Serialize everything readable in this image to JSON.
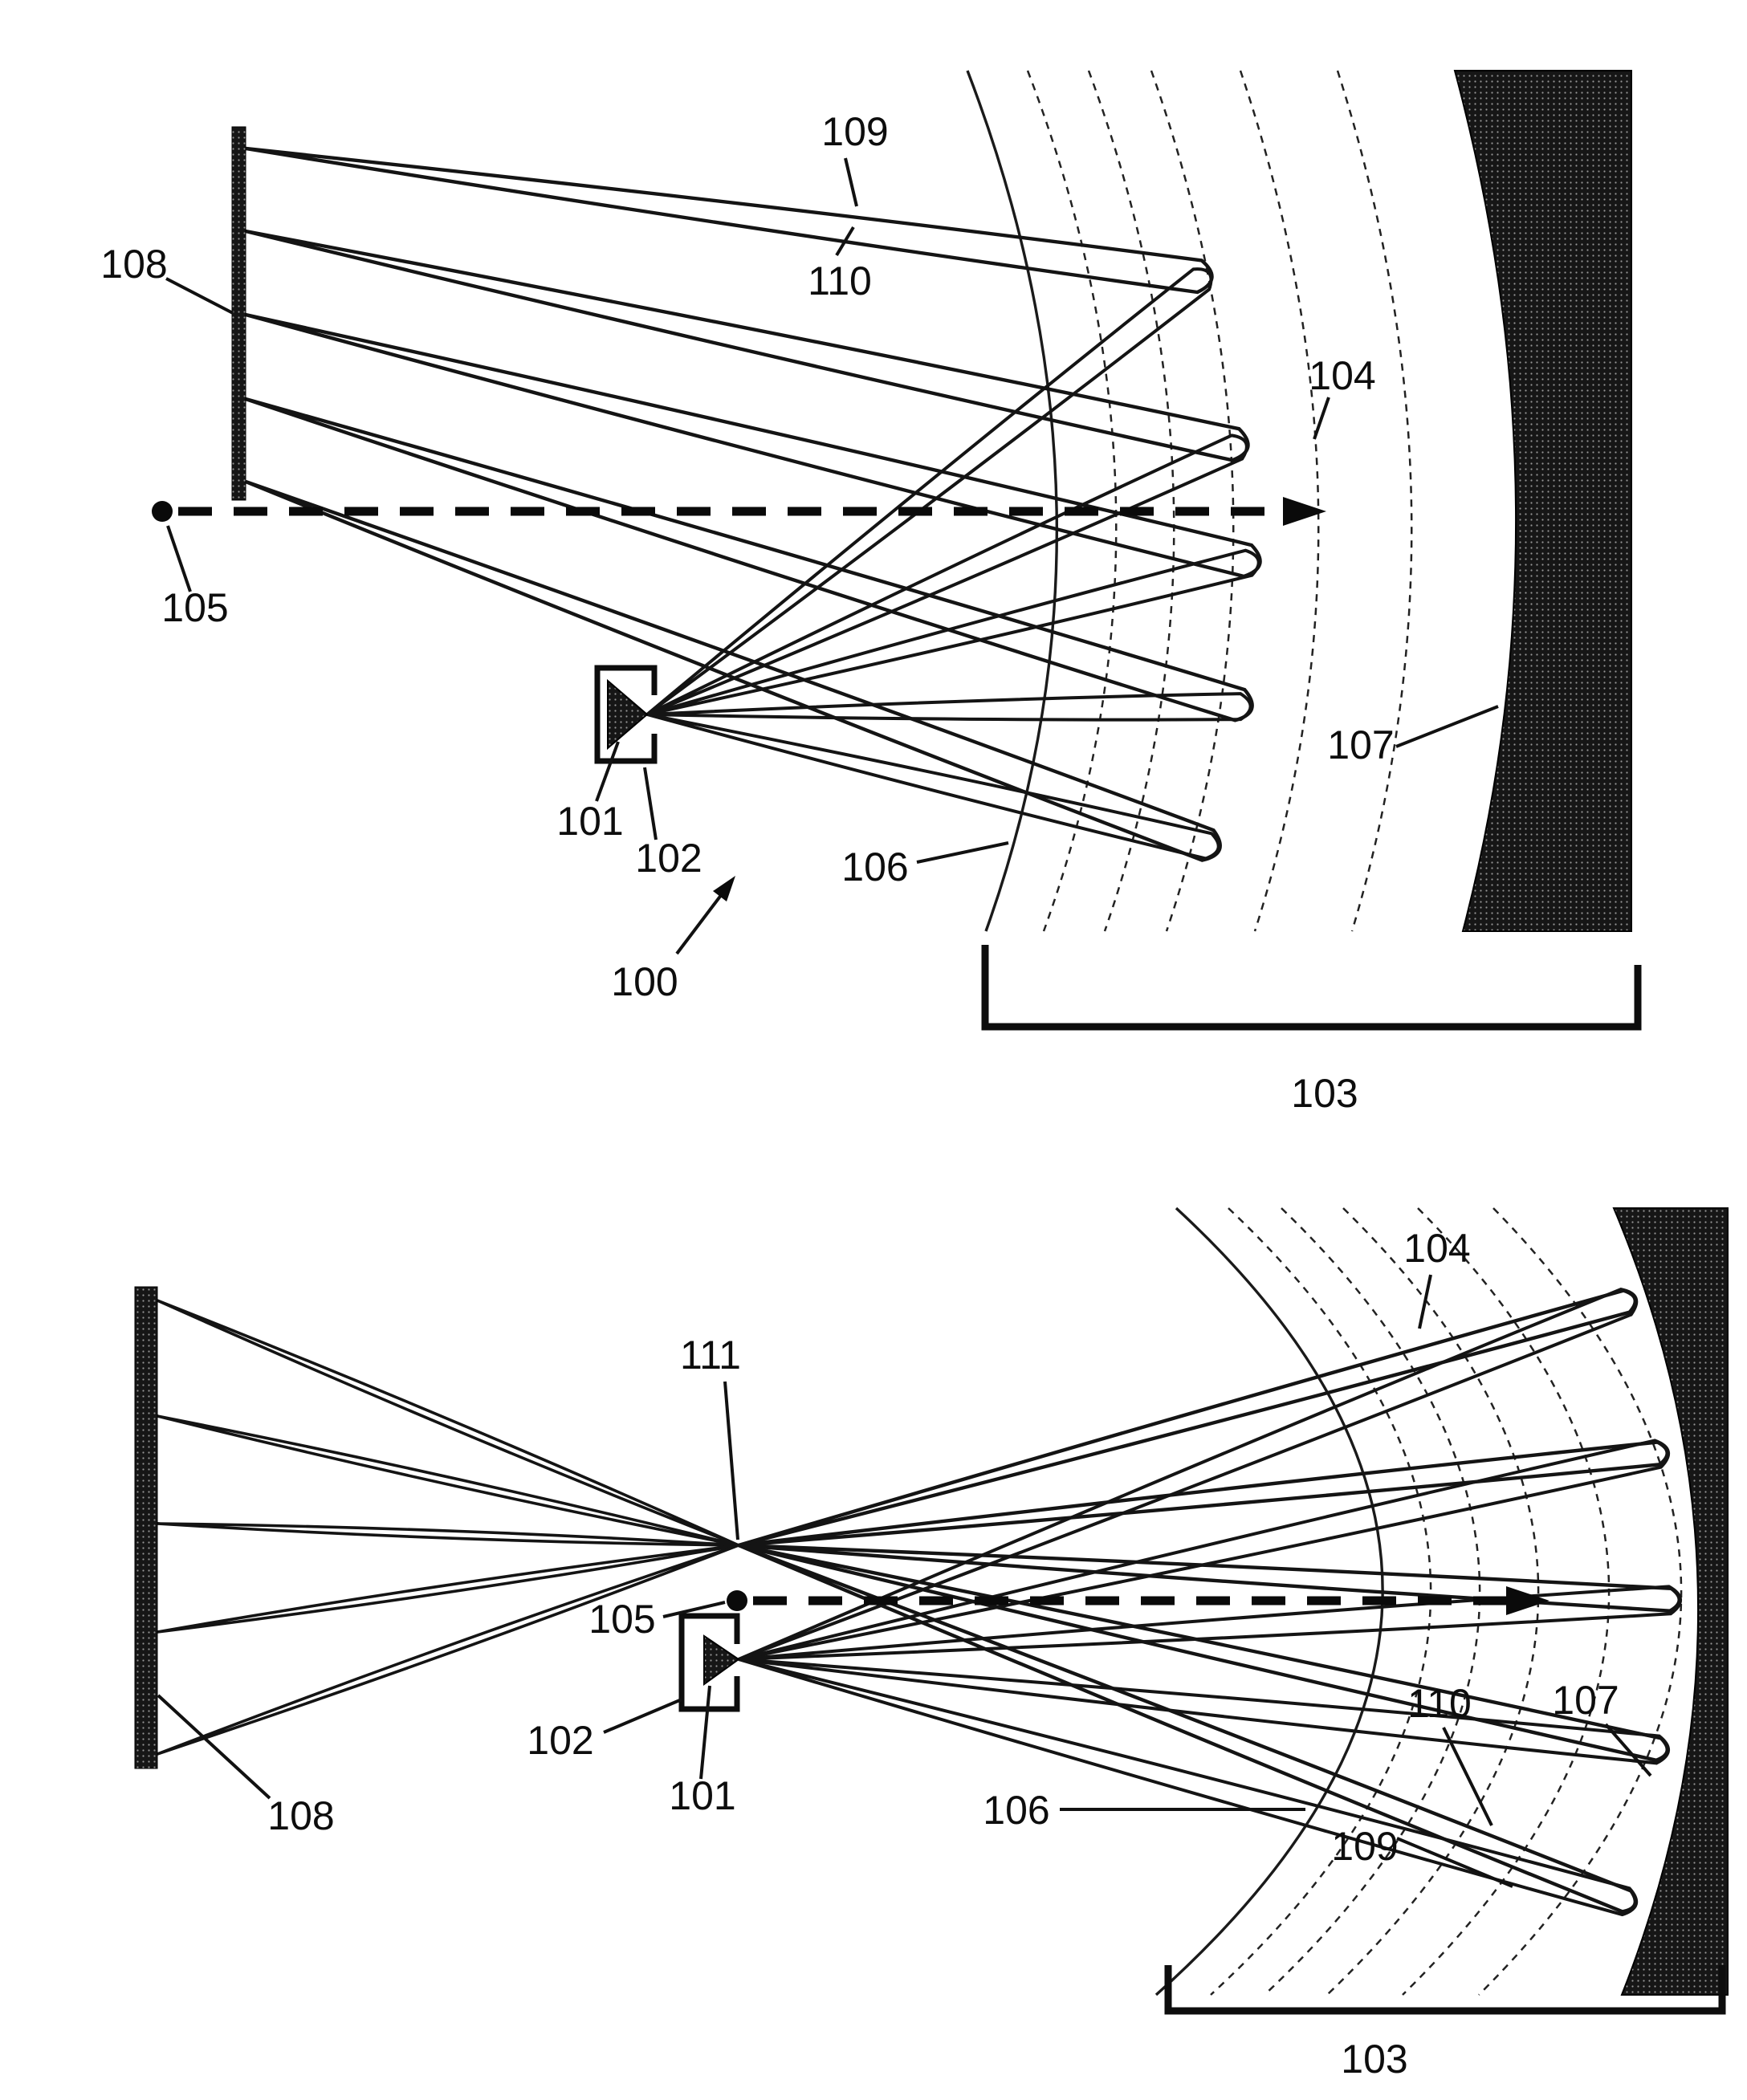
{
  "page": {
    "type": "patent-figure-sheet",
    "background": "#ffffff",
    "ink": "#111111"
  },
  "top_figure": {
    "labels": {
      "beam_edge_outer": "109",
      "beam_edge_inner": "110",
      "array": "108",
      "intermediate_arc": "104",
      "axis_marker": "105",
      "element": "101",
      "transducer": "102",
      "focal_arc": "106",
      "boundary": "107",
      "system": "100",
      "region_bracket": "103"
    }
  },
  "bottom_figure": {
    "labels": {
      "intermediate_arc": "104",
      "crossover": "111",
      "axis_marker": "105",
      "transducer": "102",
      "element": "101",
      "array": "108",
      "boundary": "107",
      "beam_edge_inner": "110",
      "focal_arc": "106",
      "beam_edge_outer": "109",
      "region_bracket": "103"
    }
  }
}
